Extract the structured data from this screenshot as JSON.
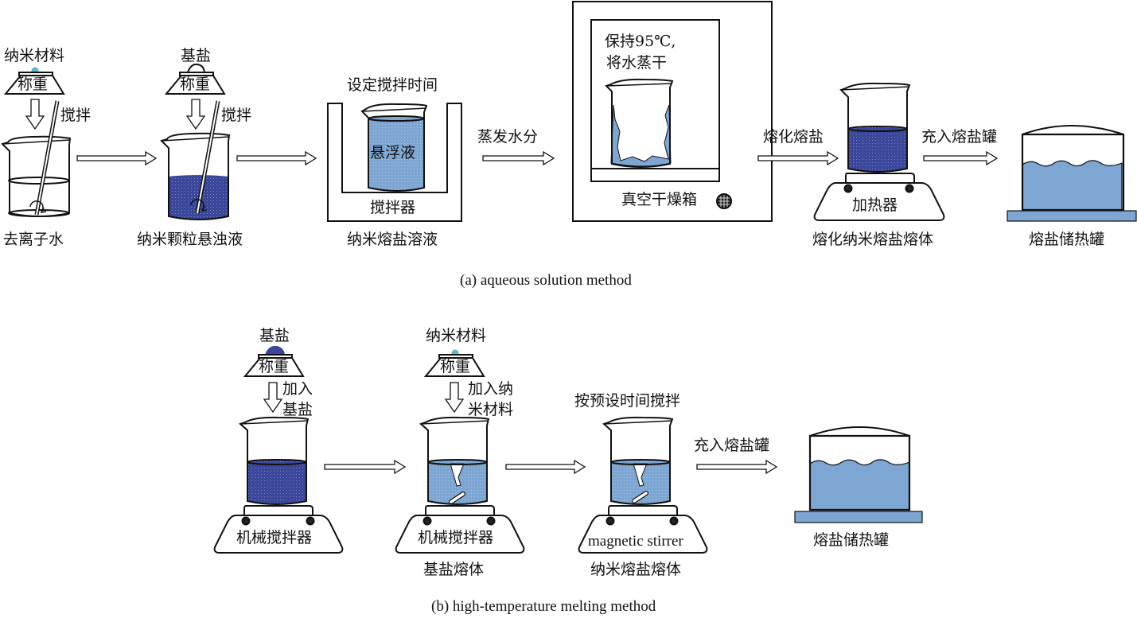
{
  "colors": {
    "dark_blue_liquid": "#3a479a",
    "light_blue_liquid": "#7ea6d3",
    "nano_particle": "#5bb8c8",
    "stroke": "#111111"
  },
  "panel_a": {
    "caption": "(a) aqueous solution method",
    "step1": {
      "top_label": "纳米材料",
      "scale_label": "称重",
      "stir_label": "搅拌",
      "bottom_label": "去离子水"
    },
    "step2": {
      "top_label": "基盐",
      "scale_label": "称重",
      "stir_label": "搅拌",
      "bottom_label": "纳米颗粒悬浊液"
    },
    "step3": {
      "top_label": "设定搅拌时间",
      "inner_label": "悬浮液",
      "device_label": "搅拌器",
      "bottom_label": "纳米熔盐溶液"
    },
    "arrow3_label": "蒸发水分",
    "step4": {
      "inner_label_line1": "保持95℃,",
      "inner_label_line2": "将水蒸干",
      "device_label": "真空干燥箱"
    },
    "arrow4_label": "熔化熔盐",
    "step5": {
      "device_label": "加热器",
      "bottom_label": "熔化纳米熔盐熔体"
    },
    "arrow5_label": "充入熔盐罐",
    "step6": {
      "bottom_label": "熔盐储热罐"
    }
  },
  "panel_b": {
    "caption": "(b) high-temperature melting method",
    "step1": {
      "top_label": "基盐",
      "scale_label": "称重",
      "add_label_line1": "加入",
      "add_label_line2": "基盐",
      "device_label": "机械搅拌器"
    },
    "step2": {
      "top_label": "纳米材料",
      "scale_label": "称重",
      "add_label_line1": "加入纳",
      "add_label_line2": "米材料",
      "device_label": "机械搅拌器",
      "bottom_label": "基盐熔体"
    },
    "step3": {
      "top_label": "按预设时间搅拌",
      "device_label": "magnetic stirrer",
      "bottom_label": "纳米熔盐熔体"
    },
    "arrow3_label": "充入熔盐罐",
    "step4": {
      "bottom_label": "熔盐储热罐"
    }
  }
}
